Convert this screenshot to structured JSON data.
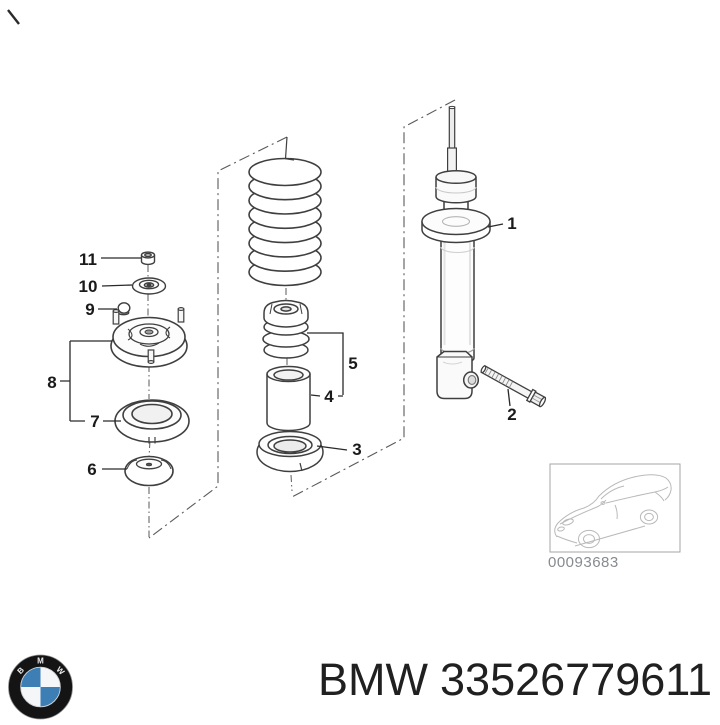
{
  "diagram": {
    "callouts": [
      {
        "label": "1"
      },
      {
        "label": "2"
      },
      {
        "label": "3"
      },
      {
        "label": "4"
      },
      {
        "label": "5"
      },
      {
        "label": "6"
      },
      {
        "label": "7"
      },
      {
        "label": "8"
      },
      {
        "label": "9"
      },
      {
        "label": "10"
      },
      {
        "label": "11"
      }
    ],
    "inset": {
      "code": "00093683"
    }
  },
  "footer": {
    "brand": "BMW",
    "part_number": "33526779611",
    "logo": {
      "letters": [
        "B",
        "M",
        "W"
      ]
    }
  },
  "colors": {
    "line": "#3f3f3f",
    "phantom": "#5a5a5a",
    "logo_blue": "#3d7fb4",
    "logo_black": "#141414",
    "inset_text": "#878b8f",
    "part_text": "#202020"
  }
}
